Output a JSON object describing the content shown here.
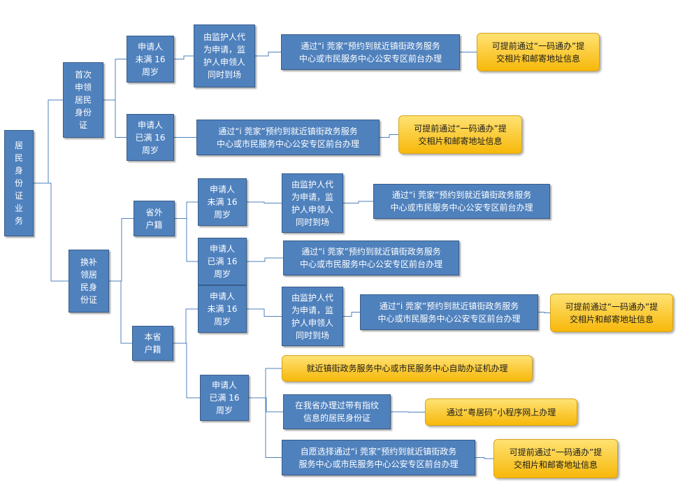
{
  "nodes": [
    {
      "id": "root",
      "text": "居\n民\n身\n份\n证\n业\n务",
      "style": "blue"
    },
    {
      "id": "first",
      "text": "首次\n申领\n居民\n身份\n证",
      "style": "blue"
    },
    {
      "id": "replace",
      "text": "换补\n领居\n民身\n份证",
      "style": "blue"
    },
    {
      "id": "f_minor",
      "text": "申请人\n未满 16\n周岁",
      "style": "blue"
    },
    {
      "id": "f_adult",
      "text": "申请人\n已满 16\n周岁",
      "style": "blue"
    },
    {
      "id": "f_guardian",
      "text": "由监护人代\n为申请，监\n护人申领人\n同时到场",
      "style": "blue"
    },
    {
      "id": "f_minor_book",
      "text": "通过“i 莞家”预约到就近镇街政务服务\n中心或市民服务中心公安专区前台办理",
      "style": "blue"
    },
    {
      "id": "f_minor_y",
      "text": "可提前通过“一码通办”提\n交相片和邮寄地址信息",
      "style": "yellow"
    },
    {
      "id": "f_adult_book",
      "text": "通过“i 莞家”预约到就近镇街政务服务\n中心或市民服务中心公安专区前台办理",
      "style": "blue"
    },
    {
      "id": "f_adult_y",
      "text": "可提前通过“一码通办”提\n交相片和邮寄地址信息",
      "style": "yellow"
    },
    {
      "id": "out_prov",
      "text": "省外\n户籍",
      "style": "blue"
    },
    {
      "id": "in_prov",
      "text": "本省\n户籍",
      "style": "blue"
    },
    {
      "id": "op_minor",
      "text": "申请人\n未满 16\n周岁",
      "style": "blue"
    },
    {
      "id": "op_guardian",
      "text": "由监护人代\n为申请，监\n护人申领人\n同时到场",
      "style": "blue"
    },
    {
      "id": "op_minor_book",
      "text": "通过“i 莞家”预约到就近镇街政务服务\n中心或市民服务中心公安专区前台办理",
      "style": "blue"
    },
    {
      "id": "op_adult",
      "text": "申请人\n已满 16\n周岁",
      "style": "blue"
    },
    {
      "id": "op_adult_book",
      "text": "通过“i 莞家”预约到就近镇街政务服务\n中心或市民服务中心公安专区前台办理",
      "style": "blue"
    },
    {
      "id": "ip_minor",
      "text": "申请人\n未满 16\n周岁",
      "style": "blue"
    },
    {
      "id": "ip_guardian",
      "text": "由监护人代\n为申请，监\n护人申领人\n同时到场",
      "style": "blue"
    },
    {
      "id": "ip_minor_book",
      "text": "通过“i 莞家”预约到就近镇街政务服务\n中心或市民服务中心公安专区前台办理",
      "style": "blue"
    },
    {
      "id": "ip_minor_y",
      "text": "可提前通过“一码通办”提\n交相片和邮寄地址信息",
      "style": "yellow"
    },
    {
      "id": "ip_adult",
      "text": "申请人\n已满 16\n周岁",
      "style": "blue"
    },
    {
      "id": "ip_self",
      "text": "就近镇街政务服务中心或市民服务中心自助办证机办理",
      "style": "yellow"
    },
    {
      "id": "ip_fingerprint",
      "text": "在我省办理过带有指纹\n信息的居民身份证",
      "style": "blue"
    },
    {
      "id": "ip_yue",
      "text": "通过“粤居码”小程序网上办理",
      "style": "yellow"
    },
    {
      "id": "ip_voluntary",
      "text": "自愿选择通过“i 莞家”预约到就近镇街政务\n服务中心或市民服务中心公安专区前台办理",
      "style": "blue"
    },
    {
      "id": "ip_voluntary_y",
      "text": "可提前通过“一码通办”提\n交相片和邮寄地址信息",
      "style": "yellow"
    }
  ],
  "edges": [
    [
      "root",
      "first"
    ],
    [
      "root",
      "replace"
    ],
    [
      "first",
      "f_minor"
    ],
    [
      "first",
      "f_adult"
    ],
    [
      "f_minor",
      "f_guardian"
    ],
    [
      "f_guardian",
      "f_minor_book"
    ],
    [
      "f_minor_book",
      "f_minor_y"
    ],
    [
      "f_adult",
      "f_adult_book"
    ],
    [
      "f_adult_book",
      "f_adult_y"
    ],
    [
      "replace",
      "out_prov"
    ],
    [
      "replace",
      "in_prov"
    ],
    [
      "out_prov",
      "op_minor"
    ],
    [
      "out_prov",
      "op_adult"
    ],
    [
      "op_minor",
      "op_guardian"
    ],
    [
      "op_guardian",
      "op_minor_book"
    ],
    [
      "op_adult",
      "op_adult_book"
    ],
    [
      "in_prov",
      "ip_minor"
    ],
    [
      "in_prov",
      "ip_adult"
    ],
    [
      "ip_minor",
      "ip_guardian"
    ],
    [
      "ip_guardian",
      "ip_minor_book"
    ],
    [
      "ip_minor_book",
      "ip_minor_y"
    ],
    [
      "ip_adult",
      "ip_self"
    ],
    [
      "ip_adult",
      "ip_fingerprint"
    ],
    [
      "ip_adult",
      "ip_voluntary"
    ],
    [
      "ip_fingerprint",
      "ip_yue"
    ],
    [
      "ip_voluntary",
      "ip_voluntary_y"
    ]
  ],
  "colors": {
    "node_blue": "#4f81bd",
    "node_border": "#385d8a",
    "node_yellow": "#f9c62a",
    "edge": "#4f81bd"
  }
}
